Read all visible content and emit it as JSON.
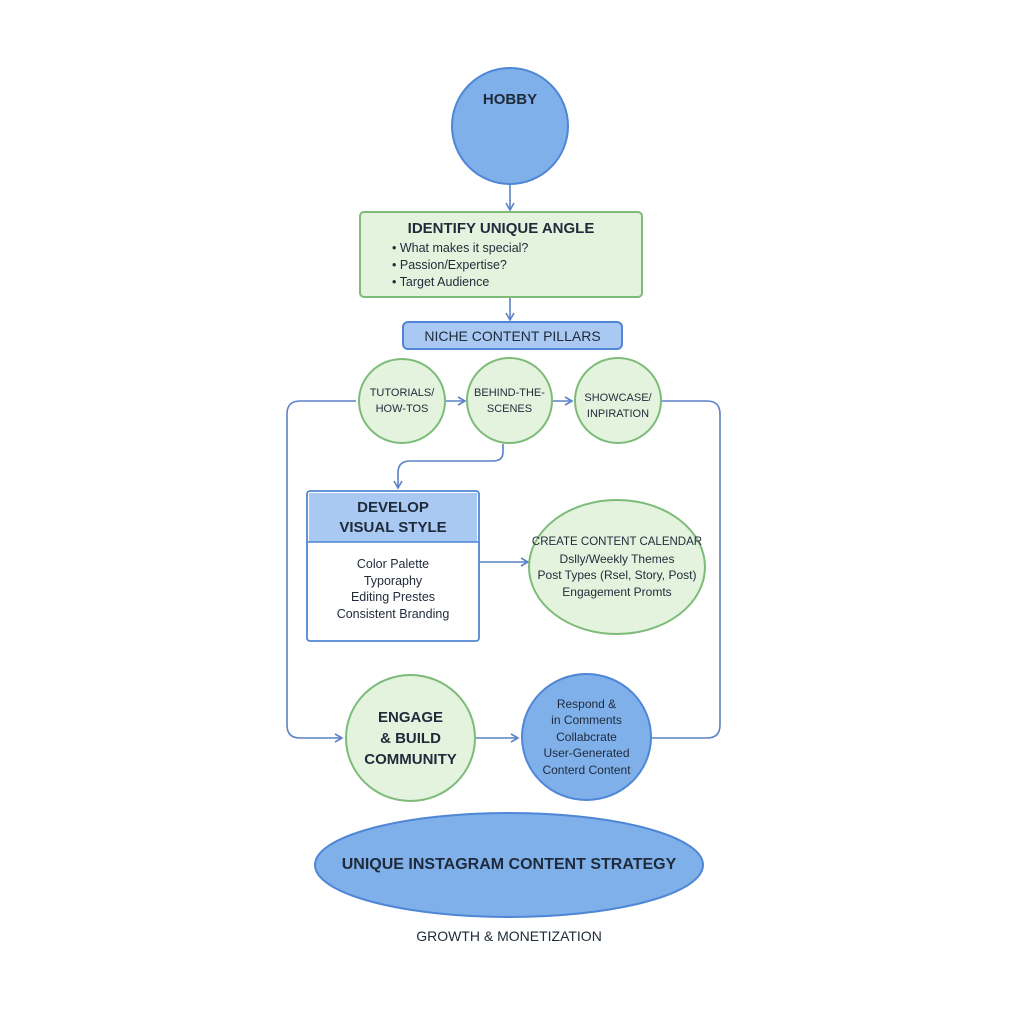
{
  "colors": {
    "blue_fill": "#7fb0ea",
    "blue_stroke": "#4f86d6",
    "green_fill": "#e3f3dd",
    "green_stroke": "#7dbb79",
    "arrow": "#5c82c7"
  },
  "hobby": {
    "title": "HOBBY",
    "icon": "palette-icon"
  },
  "angle": {
    "title": "IDENTIFY UNIQUE ANGLE",
    "bullets": [
      "What makes it special?",
      "Passion/Expertise?",
      "Target Audience"
    ]
  },
  "pillars": {
    "label": "NICHE CONTENT PILLARS",
    "tutorials": {
      "lines": [
        "TUTORIALS/",
        "HOW-TOS"
      ],
      "icon": "camera-icon"
    },
    "behind": {
      "lines": [
        "BEHIND-THE-",
        "SCENES"
      ]
    },
    "showcase": {
      "lines": [
        "SHOWCASE/",
        "INPIRATION"
      ],
      "icon": "gears-icon"
    }
  },
  "visual_style": {
    "title_lines": [
      "DEVELOP",
      "VISUAL STYLE"
    ],
    "items": [
      "Color Palette",
      "Typoraphy",
      "Editing Prestes",
      "Consistent Branding"
    ]
  },
  "calendar": {
    "title": "CREATE CONTENT CALENDAR",
    "items": [
      "Dslly/Weekly Themes",
      "Post Types (Rsel, Story, Post)",
      "Engagement Promts"
    ]
  },
  "engage": {
    "lines": [
      "ENGAGE",
      "& BUILD",
      "COMMUNITY"
    ]
  },
  "respond": {
    "lines": [
      "Respond &",
      "in Comments",
      "Collabcrate",
      "User-Generated",
      "Conterd Content"
    ]
  },
  "strategy": {
    "title": "UNIQUE INSTAGRAM CONTENT STRATEGY"
  },
  "footer": {
    "text": "GROWTH & MONETIZATION"
  }
}
